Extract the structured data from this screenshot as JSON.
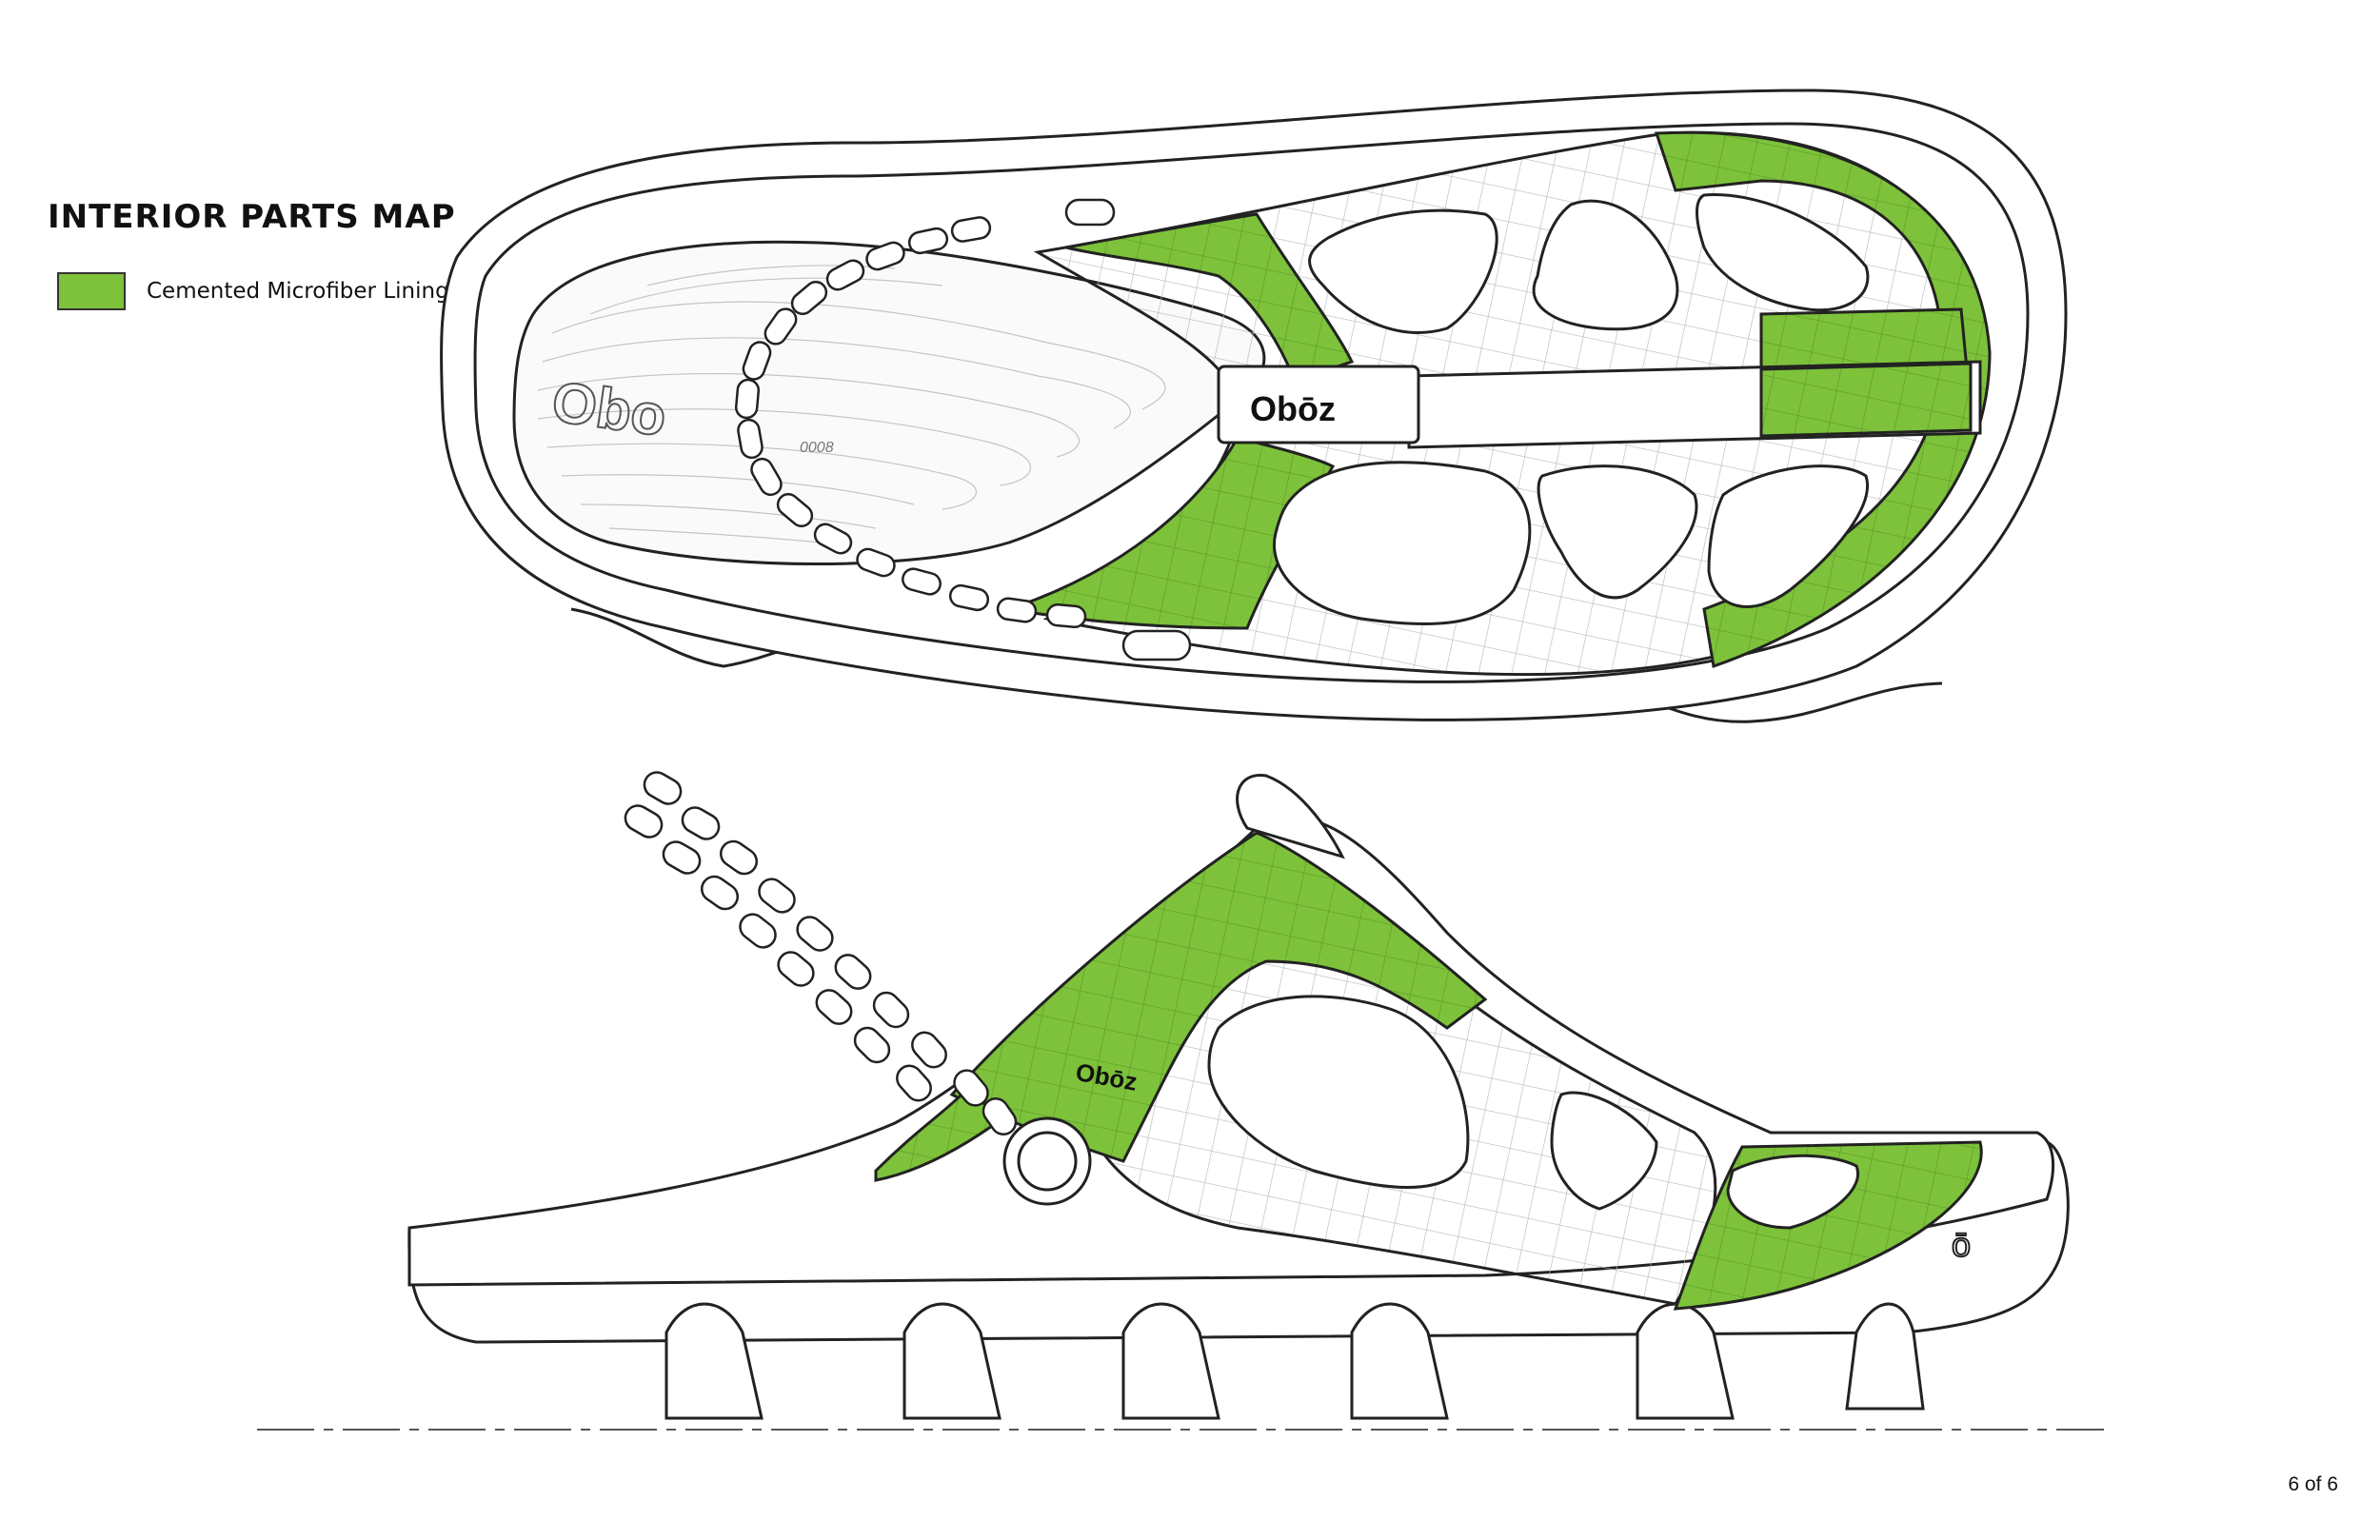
{
  "title": "INTERIOR PARTS MAP",
  "legend": {
    "items": [
      {
        "label": "Cemented Microfiber Lining",
        "color": "#7dc23a"
      }
    ]
  },
  "brand": {
    "logo_text": "Obōz",
    "side_logo_text": "Obōz",
    "insole_logo_text": "Obo",
    "model_code": "0008"
  },
  "colors": {
    "lining": "#7dc23a",
    "outline": "#222222",
    "mesh": "#d8d8d8",
    "topo": "#bdbdbd"
  },
  "page_number": "6 of 6"
}
